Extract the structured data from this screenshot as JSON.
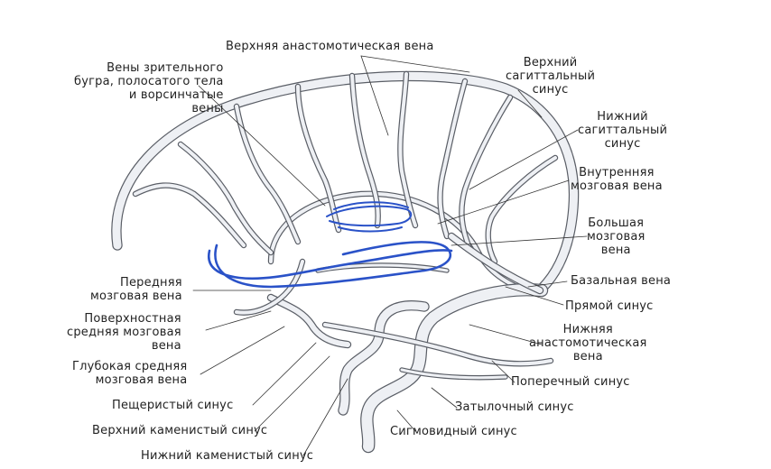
{
  "colors": {
    "vessel_fill": "#eef0f4",
    "vessel_edge": "#5a5e66",
    "deep_vein": "#2a52c8",
    "leader": "#333333"
  },
  "labels": {
    "top_anastomotic": "Верхняя анастомотическая вена",
    "thalamostriate": "Вены зрительного\nбугра, полосатого тела\nи ворсинчатые\nвены",
    "superior_sagittal": "Верхний\nсагиттальный\nсинус",
    "inferior_sagittal": "Нижний\nсагиттальный\nсинус",
    "internal_cerebral": "Внутренняя\nмозговая вена",
    "great_cerebral": "Большая\nмозговая\nвена",
    "basal": "Базальная вена",
    "straight_sinus": "Прямой синус",
    "inferior_anastomotic": "Нижняя\nанастомотическая\nвена",
    "transverse_sinus": "Поперечный синус",
    "occipital_sinus": "Затылочный синус",
    "sigmoid_sinus": "Сигмовидный синус",
    "anterior_cerebral": "Передняя\nмозговая вена",
    "superficial_middle": "Поверхностная\nсредняя мозговая\nвена",
    "deep_middle": "Глубокая средняя\nмозговая вена",
    "cavernous_sinus": "Пещеристый синус",
    "superior_petrosal": "Верхний каменистый синус",
    "inferior_petrosal": "Нижний каменистый синус"
  }
}
